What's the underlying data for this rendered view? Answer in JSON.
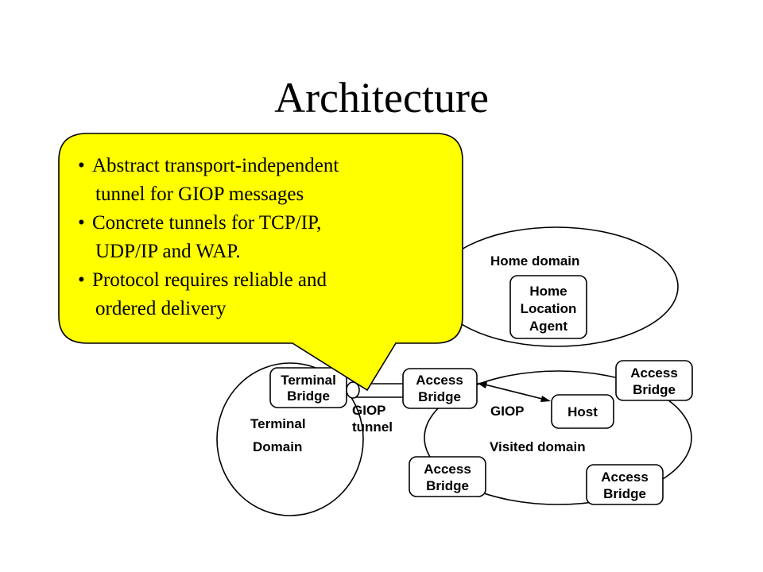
{
  "title": "Architecture",
  "callout": {
    "items": [
      {
        "line1": "Abstract transport-independent",
        "line2": "tunnel for GIOP messages"
      },
      {
        "line1": "Concrete tunnels for TCP/IP,",
        "line2": "UDP/IP and WAP."
      },
      {
        "line1": "Protocol requires reliable and",
        "line2": "ordered delivery"
      }
    ],
    "fill_color": "#ffff00"
  },
  "diagram": {
    "home_domain": {
      "label": "Home domain",
      "agent": [
        "Home",
        "Location",
        "Agent"
      ]
    },
    "terminal_domain": {
      "label1": "Terminal",
      "label2": "Domain",
      "bridge": [
        "Terminal",
        "Bridge"
      ]
    },
    "giop_tunnel": {
      "line1": "GIOP",
      "line2": "tunnel"
    },
    "visited_domain": {
      "label": "Visited domain",
      "giop_label": "GIOP",
      "host": "Host",
      "access_bridges": [
        [
          "Access",
          "Bridge"
        ],
        [
          "Access",
          "Bridge"
        ],
        [
          "Access",
          "Bridge"
        ],
        [
          "Access",
          "Bridge"
        ]
      ]
    }
  }
}
